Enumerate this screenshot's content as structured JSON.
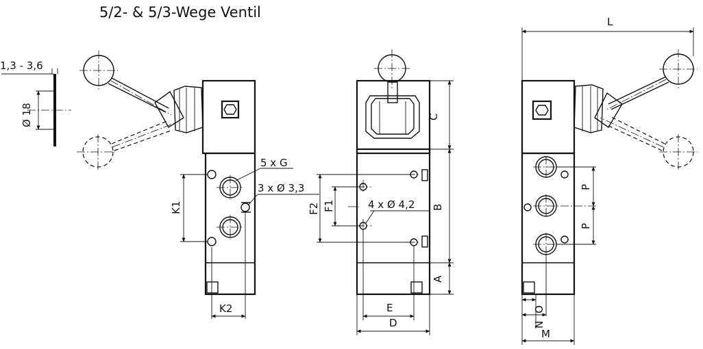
{
  "title": "5/2- & 5/3-Wege Ventil",
  "labels": {
    "plate_thickness": "1,3 - 3,6",
    "plate_diameter": "Ø 18",
    "ports": "5 x G",
    "side_holes": "3 x Ø 3,3",
    "front_holes": "4 x Ø 4,2",
    "K1": "K1",
    "K2": "K2",
    "F1": "F1",
    "F2": "F2",
    "A": "A",
    "B": "B",
    "C": "C",
    "D": "D",
    "E": "E",
    "L": "L",
    "M": "M",
    "N": "N",
    "O": "O",
    "P_upper": "P",
    "P_lower": "P"
  }
}
